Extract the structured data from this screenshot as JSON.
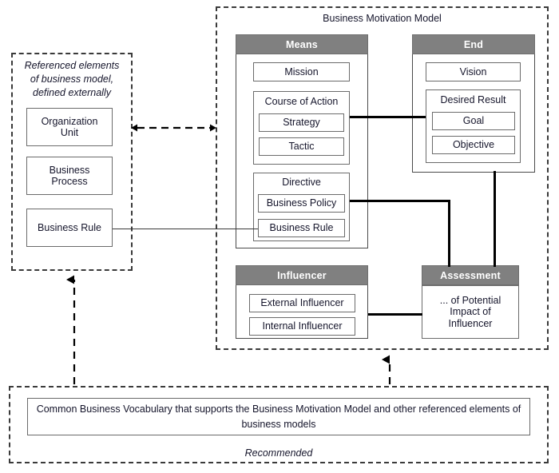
{
  "diagram": {
    "title": "Business Motivation Model",
    "colors": {
      "header_gray": "#808080",
      "border": "#6b6b6b",
      "dashed": "#3a3a3a",
      "connector": "#000000",
      "text": "#15152b"
    }
  },
  "external": {
    "title": "Referenced elements of business model, defined externally",
    "title_lines": [
      "Referenced elements",
      "of business model,",
      "defined externally"
    ],
    "nodes": [
      {
        "label": "Organization Unit",
        "lines": [
          "Organization",
          "Unit"
        ]
      },
      {
        "label": "Business Process",
        "lines": [
          "Business",
          "Process"
        ]
      },
      {
        "label": "Business Rule",
        "lines": [
          "Business Rule"
        ]
      }
    ]
  },
  "bmm": {
    "title": "Business Motivation Model",
    "panels": {
      "means": {
        "header": "Means",
        "mission": "Mission",
        "course_of_action": {
          "title": "Course of Action",
          "children": [
            "Strategy",
            "Tactic"
          ]
        },
        "directive": {
          "title": "Directive",
          "children": [
            "Business Policy",
            "Business Rule"
          ]
        }
      },
      "end": {
        "header": "End",
        "vision": "Vision",
        "desired_result": {
          "title": "Desired Result",
          "children": [
            "Goal",
            "Objective"
          ]
        }
      },
      "influencer": {
        "header": "Influencer",
        "children": [
          "External Influencer",
          "Internal Influencer"
        ]
      },
      "assessment": {
        "header": "Assessment",
        "body": "... of Potential Impact of Influencer",
        "body_lines": [
          "... of Potential",
          "Impact of",
          "Influencer"
        ]
      }
    }
  },
  "vocabulary": {
    "box_text": "Common Business Vocabulary that supports the Business Motivation Model and other referenced elements of business models",
    "caption": "Recommended"
  }
}
